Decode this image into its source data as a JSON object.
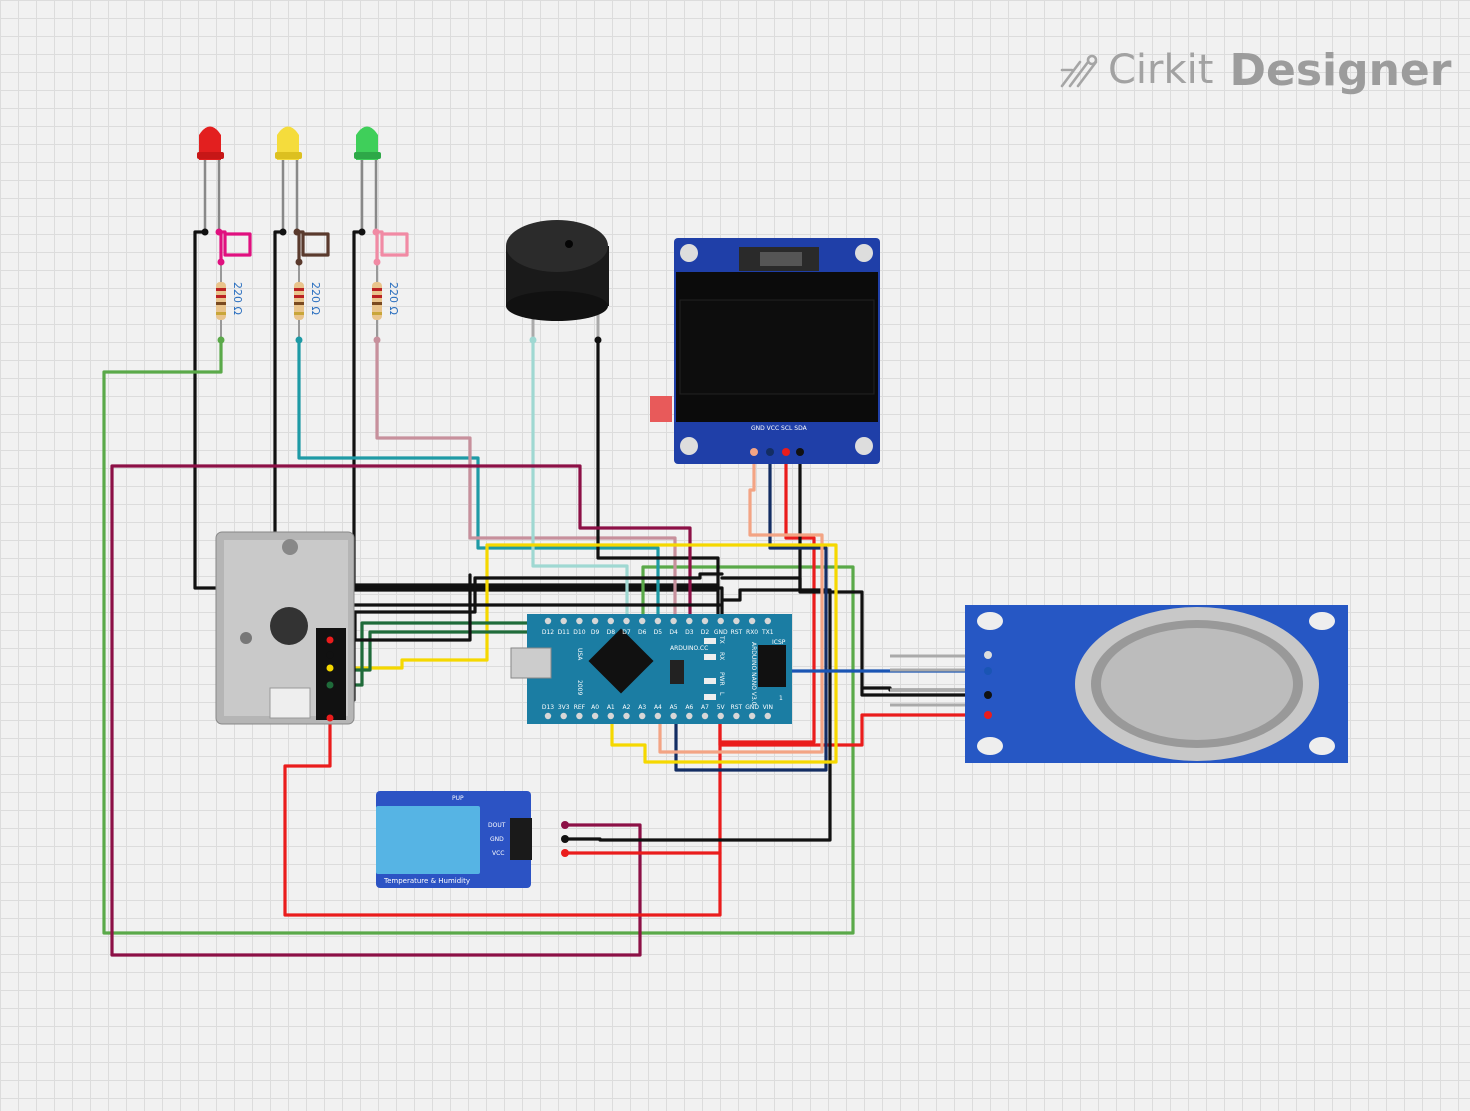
{
  "brand": {
    "prefix": "Cirkit",
    "suffix": "Designer"
  },
  "resistors": [
    {
      "label": "220 Ω"
    },
    {
      "label": "220 Ω"
    },
    {
      "label": "220 Ω"
    }
  ],
  "arduino": {
    "top_pins": [
      "D12",
      "D11",
      "D10",
      "D9",
      "D8",
      "D7",
      "D6",
      "D5",
      "D4",
      "D3",
      "D2",
      "GND",
      "RST",
      "RX0",
      "TX1"
    ],
    "bottom_pins": [
      "D13",
      "3V3",
      "REF",
      "A0",
      "A1",
      "A2",
      "A3",
      "A4",
      "A5",
      "A6",
      "A7",
      "5V",
      "RST",
      "GND",
      "VIN"
    ],
    "text_brand": "ARDUINO.CC",
    "text_usa": "USA",
    "text_year": "2009",
    "text_model": "ARDUINO NANO V3.0",
    "text_icsp": "ICSP",
    "led_tx": "TX",
    "led_rx": "RX",
    "led_pwr": "PWR",
    "led_l": "L",
    "icsp_one": "1"
  },
  "oled": {
    "pins": "GND VCC SCL SDA"
  },
  "dht": {
    "pins": [
      "DOUT",
      "GND",
      "VCC"
    ],
    "caption": "Temperature & Humidity",
    "top_label": "PUP"
  },
  "colors": {
    "red": "#ea1c1c",
    "black": "#111111",
    "yellow": "#f5d800",
    "green": "#5aa949",
    "darkgreen": "#1f6b3a",
    "teal": "#1e9aa5",
    "maroon": "#8c1046",
    "pink": "#c7909c",
    "lightcyan": "#9fd8d2",
    "salmon": "#f3a484",
    "navy": "#132d63",
    "blue": "#1a55b4"
  }
}
